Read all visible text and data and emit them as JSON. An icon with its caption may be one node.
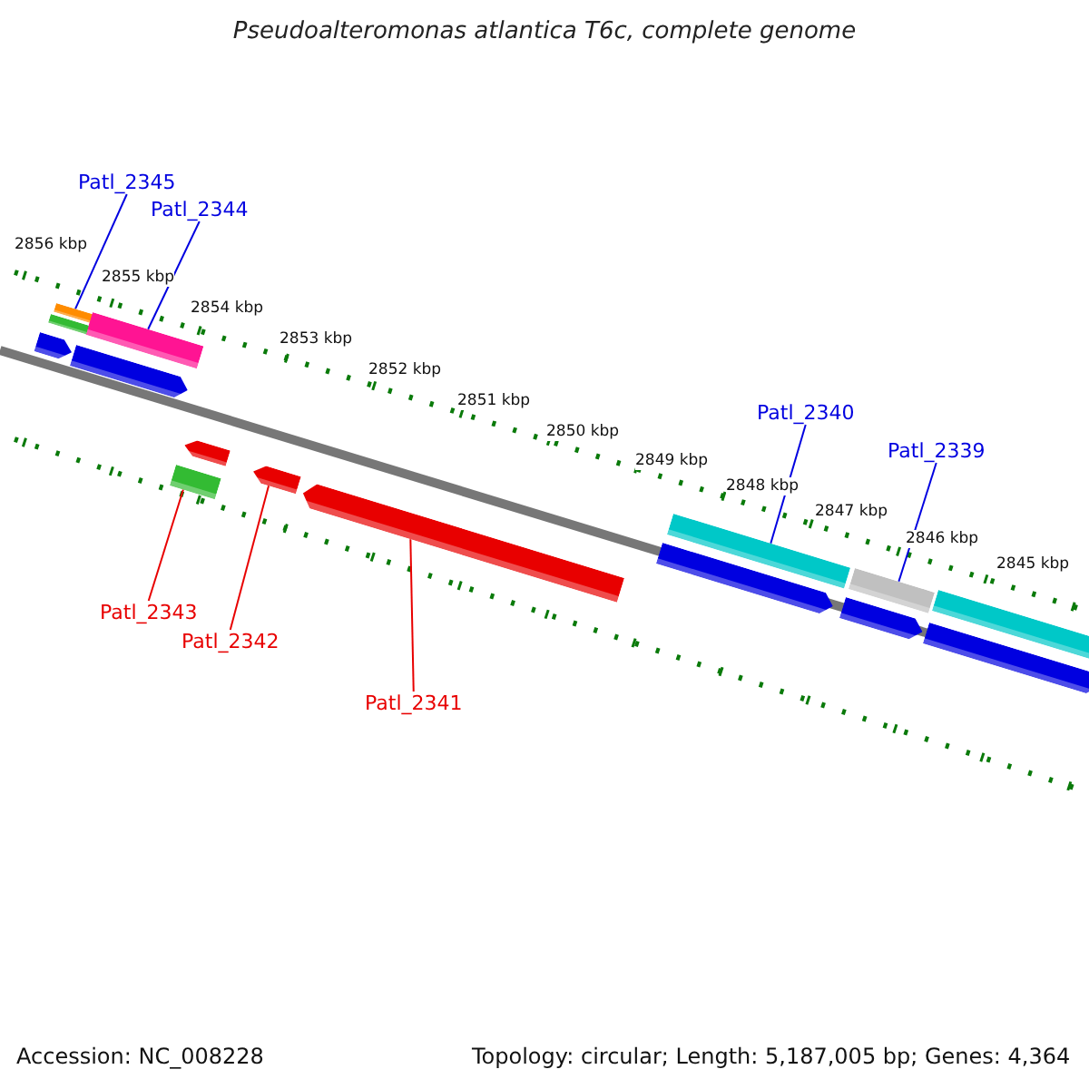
{
  "diagram": {
    "title": "Pseudoalteromonas atlantica T6c, complete genome",
    "nodes": [
      {
        "text": [
          "Patl_2345"
        ]
      },
      {
        "text": [
          "Patl_2344"
        ]
      },
      {
        "text": [
          "Patl_2340"
        ]
      },
      {
        "text": [
          "Patl_2339"
        ]
      },
      {
        "text": [
          "Patl_2343"
        ]
      },
      {
        "text": [
          "Patl_2342"
        ]
      },
      {
        "text": [
          "Patl_2341"
        ]
      },
      {
        "text": [],
        "shape": "bar"
      },
      {
        "text": [],
        "shape": "bar"
      },
      {
        "text": [],
        "shape": "bar"
      },
      {
        "text": [],
        "shape": "bar"
      },
      {
        "text": [],
        "shape": "bar"
      },
      {
        "text": [],
        "shape": "arrow"
      },
      {
        "text": [],
        "shape": "arrow"
      },
      {
        "text": [],
        "shape": "arrow"
      },
      {
        "text": [],
        "shape": "arrow"
      },
      {
        "text": [],
        "shape": "arrow"
      },
      {
        "text": [],
        "shape": "bar"
      },
      {
        "text": [],
        "shape": "arrow"
      },
      {
        "text": [],
        "shape": "arrow"
      },
      {
        "text": [],
        "shape": "arrow"
      },
      {
        "text": [],
        "shape": "bar"
      }
    ],
    "edges": [
      {
        "from": 0,
        "to": 7,
        "arrow": "none"
      },
      {
        "from": 1,
        "to": 8,
        "arrow": "none"
      },
      {
        "from": 2,
        "to": 9,
        "arrow": "none"
      },
      {
        "from": 3,
        "to": 10,
        "arrow": "none"
      },
      {
        "from": 4,
        "to": 11,
        "arrow": "none",
        "color": "#e80000"
      },
      {
        "from": 5,
        "to": 12,
        "arrow": "none",
        "color": "#e80000"
      },
      {
        "from": 6,
        "to": 13,
        "arrow": "none",
        "color": "#e80000"
      }
    ],
    "labels": [
      "2856 kbp",
      "2855 kbp",
      "2854 kbp",
      "2853 kbp",
      "2852 kbp",
      "2851 kbp",
      "2850 kbp",
      "2849 kbp",
      "2848 kbp",
      "2847 kbp",
      "2846 kbp",
      "2845 kbp",
      "Accession: NC_008228",
      "Topology: circular; Length: 5,187,005 bp; Genes: 4,364"
    ]
  }
}
